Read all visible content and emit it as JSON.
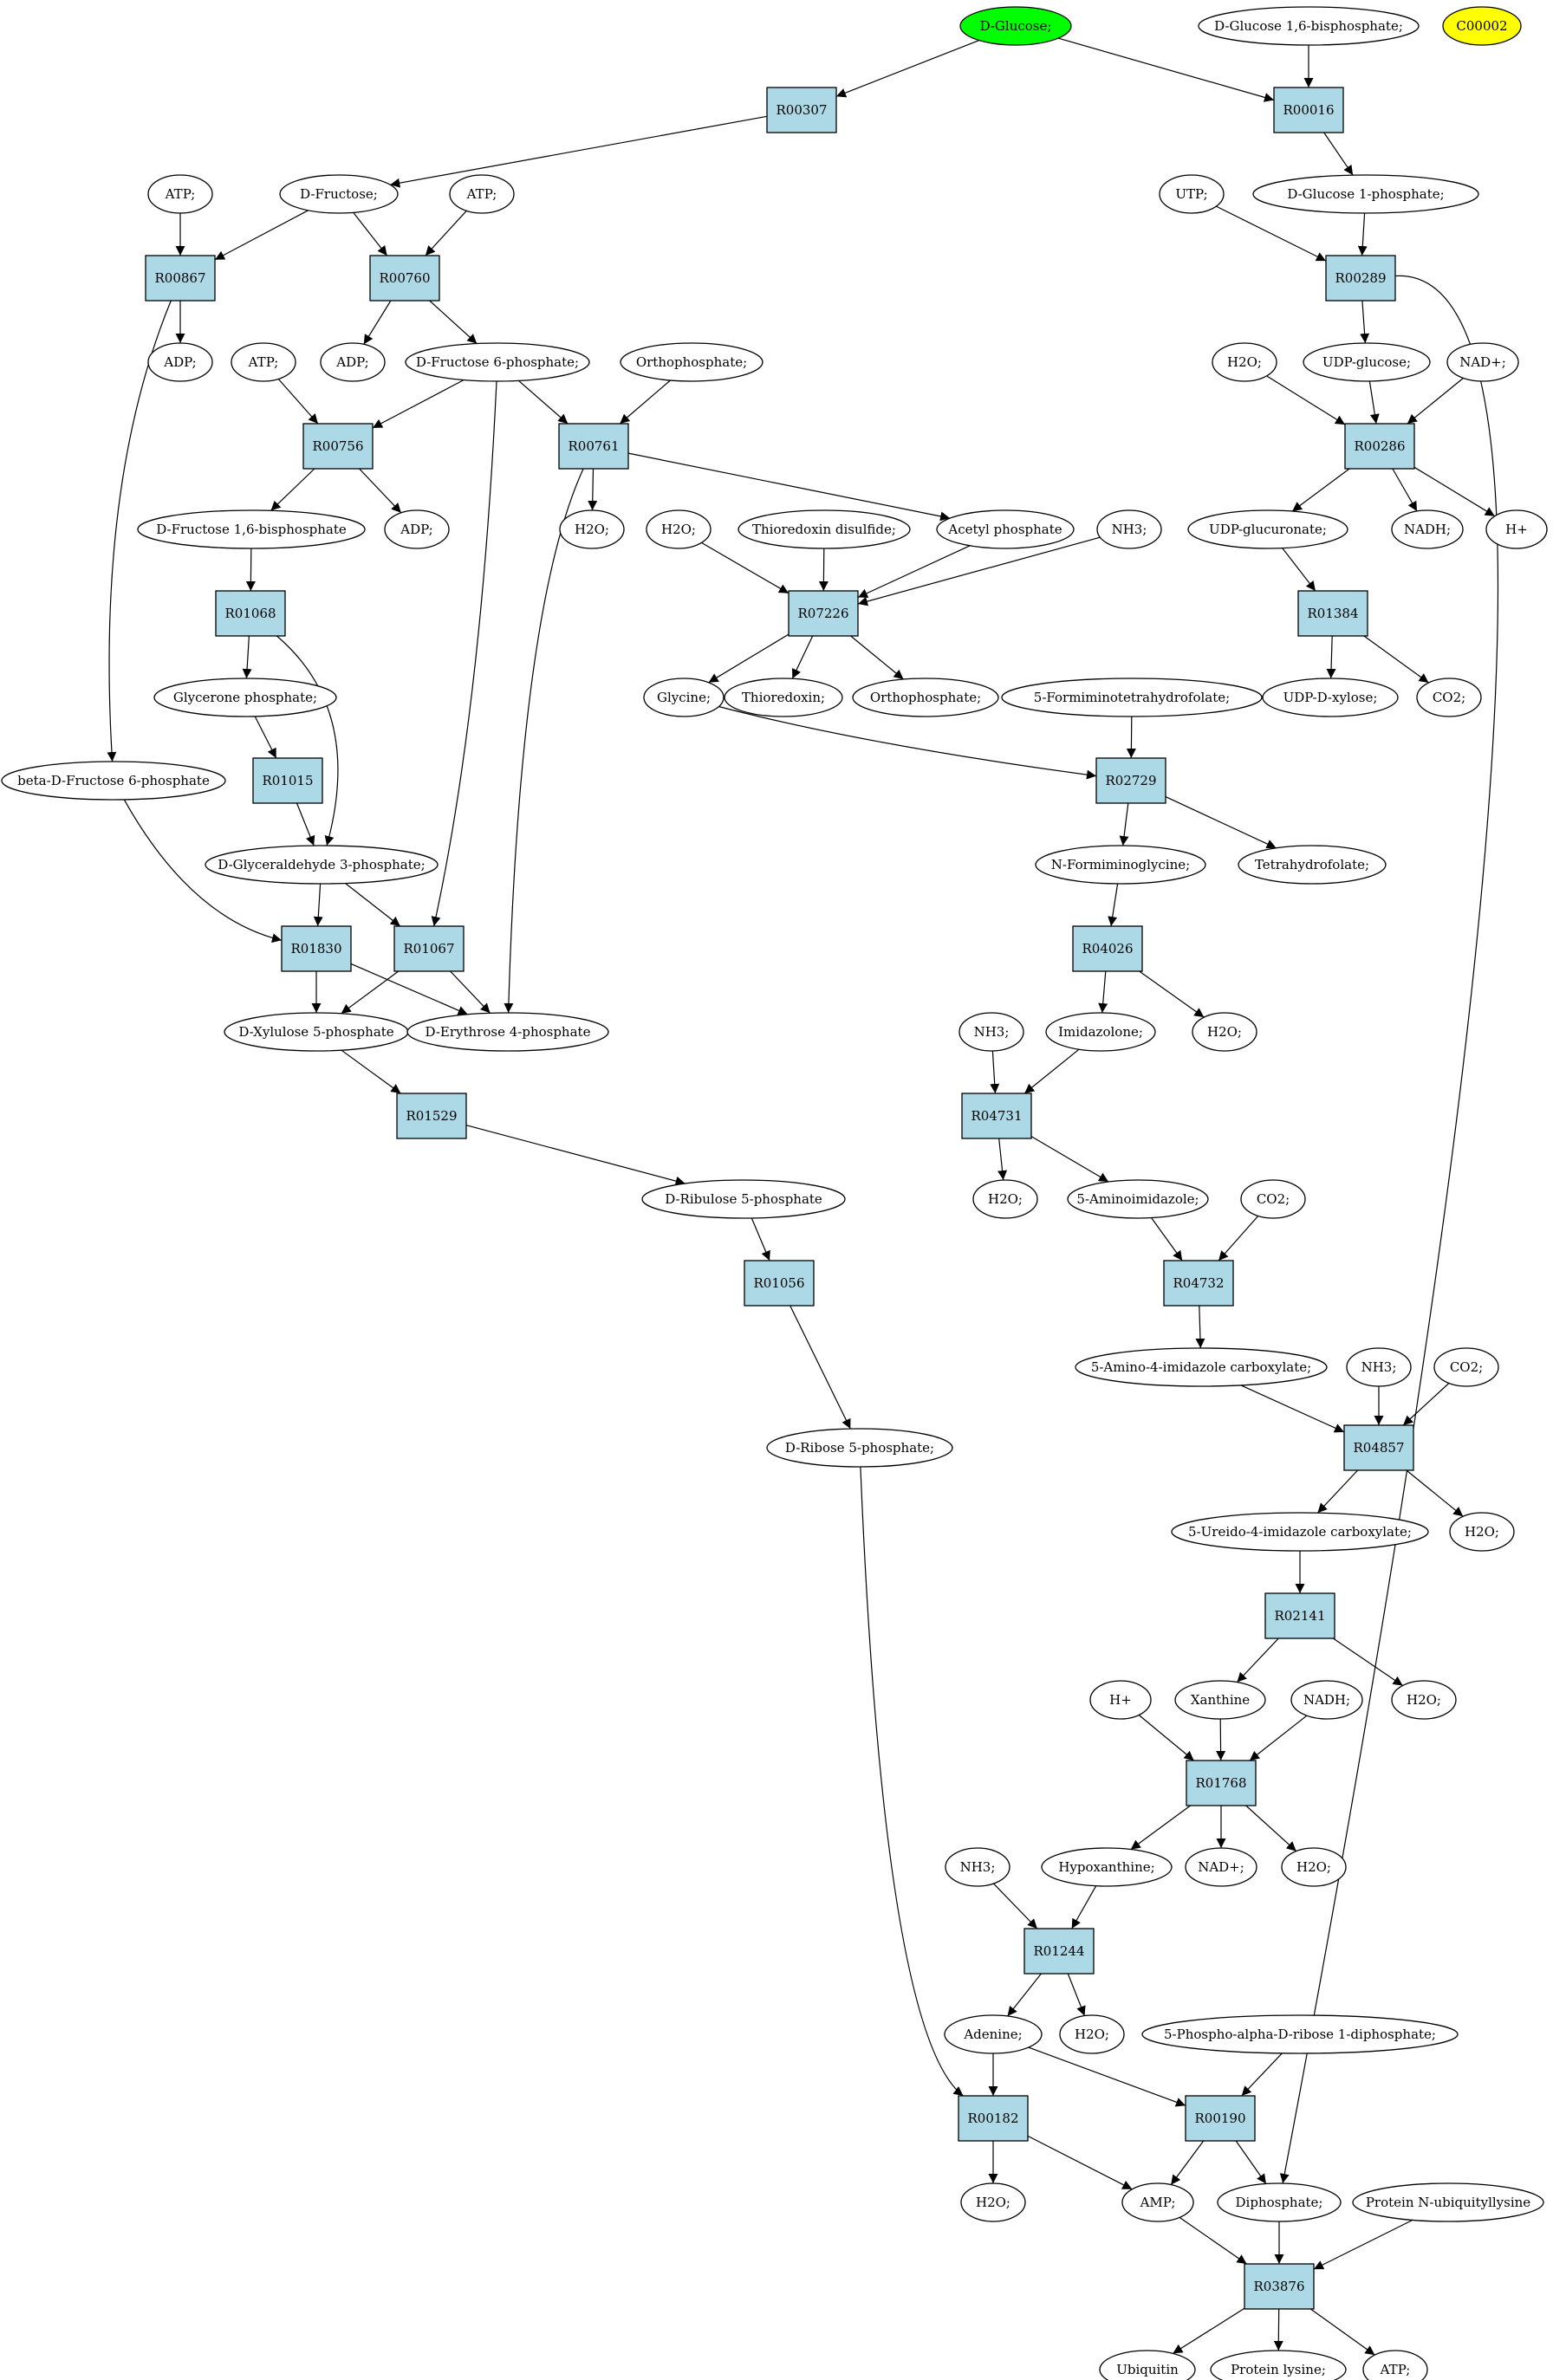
{
  "colors": {
    "reaction_fill": "#add8e6",
    "compound_fill": "#ffffff",
    "highlight_green": "#00ff00",
    "highlight_yellow": "#ffff00",
    "stroke": "#000000"
  },
  "nodes": [
    {
      "id": "glc",
      "kind": "compound",
      "label": "D-Glucose;",
      "fill": "highlight_green"
    },
    {
      "id": "g16bp",
      "kind": "compound",
      "label": "D-Glucose 1,6-bisphosphate;"
    },
    {
      "id": "c00002",
      "kind": "compound",
      "label": "C00002",
      "fill": "highlight_yellow"
    },
    {
      "id": "R00307",
      "kind": "reaction",
      "label": "R00307"
    },
    {
      "id": "R00016",
      "kind": "reaction",
      "label": "R00016"
    },
    {
      "id": "atp1",
      "kind": "compound",
      "label": "ATP;"
    },
    {
      "id": "fru",
      "kind": "compound",
      "label": "D-Fructose;"
    },
    {
      "id": "atp2",
      "kind": "compound",
      "label": "ATP;"
    },
    {
      "id": "utp",
      "kind": "compound",
      "label": "UTP;"
    },
    {
      "id": "g1p",
      "kind": "compound",
      "label": "D-Glucose 1-phosphate;"
    },
    {
      "id": "R00867",
      "kind": "reaction",
      "label": "R00867"
    },
    {
      "id": "R00760",
      "kind": "reaction",
      "label": "R00760"
    },
    {
      "id": "R00289",
      "kind": "reaction",
      "label": "R00289"
    },
    {
      "id": "adp1",
      "kind": "compound",
      "label": "ADP;"
    },
    {
      "id": "atp3",
      "kind": "compound",
      "label": "ATP;"
    },
    {
      "id": "adp2",
      "kind": "compound",
      "label": "ADP;"
    },
    {
      "id": "f6p",
      "kind": "compound",
      "label": "D-Fructose 6-phosphate;"
    },
    {
      "id": "pi1",
      "kind": "compound",
      "label": "Orthophosphate;"
    },
    {
      "id": "h2o1",
      "kind": "compound",
      "label": "H2O;"
    },
    {
      "id": "udpglc",
      "kind": "compound",
      "label": "UDP-glucose;"
    },
    {
      "id": "nad1",
      "kind": "compound",
      "label": "NAD+;"
    },
    {
      "id": "R00756",
      "kind": "reaction",
      "label": "R00756"
    },
    {
      "id": "R00761",
      "kind": "reaction",
      "label": "R00761"
    },
    {
      "id": "R00286",
      "kind": "reaction",
      "label": "R00286"
    },
    {
      "id": "fbp",
      "kind": "compound",
      "label": "D-Fructose 1,6-bisphosphate"
    },
    {
      "id": "adp3",
      "kind": "compound",
      "label": "ADP;"
    },
    {
      "id": "h2o2",
      "kind": "compound",
      "label": "H2O;"
    },
    {
      "id": "h2o3",
      "kind": "compound",
      "label": "H2O;"
    },
    {
      "id": "trxss",
      "kind": "compound",
      "label": "Thioredoxin disulfide;"
    },
    {
      "id": "acp",
      "kind": "compound",
      "label": "Acetyl phosphate"
    },
    {
      "id": "nh3a",
      "kind": "compound",
      "label": "NH3;"
    },
    {
      "id": "udpgluc",
      "kind": "compound",
      "label": "UDP-glucuronate;"
    },
    {
      "id": "nadh1",
      "kind": "compound",
      "label": "NADH;"
    },
    {
      "id": "hplus1",
      "kind": "compound",
      "label": "H+"
    },
    {
      "id": "R01068",
      "kind": "reaction",
      "label": "R01068"
    },
    {
      "id": "R07226",
      "kind": "reaction",
      "label": "R07226"
    },
    {
      "id": "R01384",
      "kind": "reaction",
      "label": "R01384"
    },
    {
      "id": "dhap",
      "kind": "compound",
      "label": "Glycerone phosphate;"
    },
    {
      "id": "gly",
      "kind": "compound",
      "label": "Glycine;"
    },
    {
      "id": "trx",
      "kind": "compound",
      "label": "Thioredoxin;"
    },
    {
      "id": "pi2",
      "kind": "compound",
      "label": "Orthophosphate;"
    },
    {
      "id": "fthf",
      "kind": "compound",
      "label": "5-Formiminotetrahydrofolate;"
    },
    {
      "id": "udpxyl",
      "kind": "compound",
      "label": "UDP-D-xylose;"
    },
    {
      "id": "co2a",
      "kind": "compound",
      "label": "CO2;"
    },
    {
      "id": "bf6p",
      "kind": "compound",
      "label": "beta-D-Fructose 6-phosphate"
    },
    {
      "id": "R01015",
      "kind": "reaction",
      "label": "R01015"
    },
    {
      "id": "R02729",
      "kind": "reaction",
      "label": "R02729"
    },
    {
      "id": "g3p",
      "kind": "compound",
      "label": "D-Glyceraldehyde 3-phosphate;"
    },
    {
      "id": "fgly",
      "kind": "compound",
      "label": "N-Formiminoglycine;"
    },
    {
      "id": "thf",
      "kind": "compound",
      "label": "Tetrahydrofolate;"
    },
    {
      "id": "R01830",
      "kind": "reaction",
      "label": "R01830"
    },
    {
      "id": "R01067",
      "kind": "reaction",
      "label": "R01067"
    },
    {
      "id": "R04026",
      "kind": "reaction",
      "label": "R04026"
    },
    {
      "id": "x5p",
      "kind": "compound",
      "label": "D-Xylulose 5-phosphate"
    },
    {
      "id": "e4p",
      "kind": "compound",
      "label": "D-Erythrose 4-phosphate"
    },
    {
      "id": "nh3b",
      "kind": "compound",
      "label": "NH3;"
    },
    {
      "id": "imz",
      "kind": "compound",
      "label": "Imidazolone;"
    },
    {
      "id": "h2o4",
      "kind": "compound",
      "label": "H2O;"
    },
    {
      "id": "R01529",
      "kind": "reaction",
      "label": "R01529"
    },
    {
      "id": "R04731",
      "kind": "reaction",
      "label": "R04731"
    },
    {
      "id": "ru5p",
      "kind": "compound",
      "label": "D-Ribulose 5-phosphate"
    },
    {
      "id": "h2o5",
      "kind": "compound",
      "label": "H2O;"
    },
    {
      "id": "aim",
      "kind": "compound",
      "label": "5-Aminoimidazole;"
    },
    {
      "id": "co2b",
      "kind": "compound",
      "label": "CO2;"
    },
    {
      "id": "R01056",
      "kind": "reaction",
      "label": "R01056"
    },
    {
      "id": "R04732",
      "kind": "reaction",
      "label": "R04732"
    },
    {
      "id": "aimc",
      "kind": "compound",
      "label": "5-Amino-4-imidazole carboxylate;"
    },
    {
      "id": "nh3c",
      "kind": "compound",
      "label": "NH3;"
    },
    {
      "id": "co2c",
      "kind": "compound",
      "label": "CO2;"
    },
    {
      "id": "r5p",
      "kind": "compound",
      "label": "D-Ribose 5-phosphate;"
    },
    {
      "id": "R04857",
      "kind": "reaction",
      "label": "R04857"
    },
    {
      "id": "uimc",
      "kind": "compound",
      "label": "5-Ureido-4-imidazole carboxylate;"
    },
    {
      "id": "h2o6",
      "kind": "compound",
      "label": "H2O;"
    },
    {
      "id": "R02141",
      "kind": "reaction",
      "label": "R02141"
    },
    {
      "id": "hplus2",
      "kind": "compound",
      "label": "H+"
    },
    {
      "id": "xan",
      "kind": "compound",
      "label": "Xanthine"
    },
    {
      "id": "nadh2",
      "kind": "compound",
      "label": "NADH;"
    },
    {
      "id": "h2o7",
      "kind": "compound",
      "label": "H2O;"
    },
    {
      "id": "R01768",
      "kind": "reaction",
      "label": "R01768"
    },
    {
      "id": "nh3d",
      "kind": "compound",
      "label": "NH3;"
    },
    {
      "id": "hyp",
      "kind": "compound",
      "label": "Hypoxanthine;"
    },
    {
      "id": "nad2",
      "kind": "compound",
      "label": "NAD+;"
    },
    {
      "id": "h2o8",
      "kind": "compound",
      "label": "H2O;"
    },
    {
      "id": "R01244",
      "kind": "reaction",
      "label": "R01244"
    },
    {
      "id": "ade",
      "kind": "compound",
      "label": "Adenine;"
    },
    {
      "id": "h2o9",
      "kind": "compound",
      "label": "H2O;"
    },
    {
      "id": "prpp",
      "kind": "compound",
      "label": "5-Phospho-alpha-D-ribose 1-diphosphate;"
    },
    {
      "id": "R00182",
      "kind": "reaction",
      "label": "R00182"
    },
    {
      "id": "R00190",
      "kind": "reaction",
      "label": "R00190"
    },
    {
      "id": "h2o10",
      "kind": "compound",
      "label": "H2O;"
    },
    {
      "id": "amp",
      "kind": "compound",
      "label": "AMP;"
    },
    {
      "id": "ppi",
      "kind": "compound",
      "label": "Diphosphate;"
    },
    {
      "id": "ublys",
      "kind": "compound",
      "label": "Protein N-ubiquityllysine"
    },
    {
      "id": "R03876",
      "kind": "reaction",
      "label": "R03876"
    },
    {
      "id": "ub",
      "kind": "compound",
      "label": "Ubiquitin"
    },
    {
      "id": "plys",
      "kind": "compound",
      "label": "Protein lysine;"
    },
    {
      "id": "atp4",
      "kind": "compound",
      "label": "ATP;"
    }
  ],
  "edges": [
    [
      "glc",
      "R00307"
    ],
    [
      "glc",
      "R00016"
    ],
    [
      "g16bp",
      "R00016"
    ],
    [
      "R00016",
      "g1p"
    ],
    [
      "R00307",
      "fru"
    ],
    [
      "atp1",
      "R00867"
    ],
    [
      "fru",
      "R00867"
    ],
    [
      "fru",
      "R00760"
    ],
    [
      "atp2",
      "R00760"
    ],
    [
      "utp",
      "R00289"
    ],
    [
      "g1p",
      "R00289"
    ],
    [
      "R00867",
      "adp1"
    ],
    [
      "R00867",
      "bf6p"
    ],
    [
      "R00760",
      "adp2"
    ],
    [
      "R00760",
      "f6p"
    ],
    [
      "R00289",
      "udpglc"
    ],
    [
      "R00289",
      "ppi"
    ],
    [
      "atp3",
      "R00756"
    ],
    [
      "f6p",
      "R00756"
    ],
    [
      "f6p",
      "R00761"
    ],
    [
      "pi1",
      "R00761"
    ],
    [
      "f6p",
      "R01067"
    ],
    [
      "h2o1",
      "R00286"
    ],
    [
      "udpglc",
      "R00286"
    ],
    [
      "nad1",
      "R00286"
    ],
    [
      "R00756",
      "fbp"
    ],
    [
      "R00756",
      "adp3"
    ],
    [
      "R00761",
      "h2o2"
    ],
    [
      "R00761",
      "acp"
    ],
    [
      "R00761",
      "e4p"
    ],
    [
      "R00286",
      "udpgluc"
    ],
    [
      "R00286",
      "nadh1"
    ],
    [
      "R00286",
      "hplus1"
    ],
    [
      "h2o3",
      "R07226"
    ],
    [
      "trxss",
      "R07226"
    ],
    [
      "acp",
      "R07226"
    ],
    [
      "nh3a",
      "R07226"
    ],
    [
      "fbp",
      "R01068"
    ],
    [
      "udpgluc",
      "R01384"
    ],
    [
      "R01068",
      "dhap"
    ],
    [
      "R01068",
      "g3p"
    ],
    [
      "R07226",
      "gly"
    ],
    [
      "R07226",
      "trx"
    ],
    [
      "R07226",
      "pi2"
    ],
    [
      "R01384",
      "udpxyl"
    ],
    [
      "R01384",
      "co2a"
    ],
    [
      "dhap",
      "R01015"
    ],
    [
      "R01015",
      "g3p"
    ],
    [
      "gly",
      "R02729"
    ],
    [
      "fthf",
      "R02729"
    ],
    [
      "R02729",
      "fgly"
    ],
    [
      "R02729",
      "thf"
    ],
    [
      "bf6p",
      "R01830"
    ],
    [
      "g3p",
      "R01830"
    ],
    [
      "g3p",
      "R01067"
    ],
    [
      "R01830",
      "x5p"
    ],
    [
      "R01830",
      "e4p"
    ],
    [
      "R01067",
      "x5p"
    ],
    [
      "R01067",
      "e4p"
    ],
    [
      "fgly",
      "R04026"
    ],
    [
      "R04026",
      "imz"
    ],
    [
      "R04026",
      "h2o4"
    ],
    [
      "x5p",
      "R01529"
    ],
    [
      "R01529",
      "ru5p"
    ],
    [
      "nh3b",
      "R04731"
    ],
    [
      "imz",
      "R04731"
    ],
    [
      "R04731",
      "h2o5"
    ],
    [
      "R04731",
      "aim"
    ],
    [
      "ru5p",
      "R01056"
    ],
    [
      "R01056",
      "r5p"
    ],
    [
      "aim",
      "R04732"
    ],
    [
      "co2b",
      "R04732"
    ],
    [
      "R04732",
      "aimc"
    ],
    [
      "aimc",
      "R04857"
    ],
    [
      "nh3c",
      "R04857"
    ],
    [
      "co2c",
      "R04857"
    ],
    [
      "R04857",
      "uimc"
    ],
    [
      "R04857",
      "h2o6"
    ],
    [
      "uimc",
      "R02141"
    ],
    [
      "R02141",
      "xan"
    ],
    [
      "R02141",
      "h2o7"
    ],
    [
      "hplus2",
      "R01768"
    ],
    [
      "xan",
      "R01768"
    ],
    [
      "nadh2",
      "R01768"
    ],
    [
      "R01768",
      "hyp"
    ],
    [
      "R01768",
      "nad2"
    ],
    [
      "R01768",
      "h2o8"
    ],
    [
      "nh3d",
      "R01244"
    ],
    [
      "hyp",
      "R01244"
    ],
    [
      "R01244",
      "ade"
    ],
    [
      "R01244",
      "h2o9"
    ],
    [
      "r5p",
      "R00182"
    ],
    [
      "ade",
      "R00182"
    ],
    [
      "ade",
      "R00190"
    ],
    [
      "prpp",
      "R00190"
    ],
    [
      "R00182",
      "h2o10"
    ],
    [
      "R00182",
      "amp"
    ],
    [
      "R00190",
      "amp"
    ],
    [
      "R00190",
      "ppi"
    ],
    [
      "amp",
      "R03876"
    ],
    [
      "ppi",
      "R03876"
    ],
    [
      "ublys",
      "R03876"
    ],
    [
      "R03876",
      "ub"
    ],
    [
      "R03876",
      "plys"
    ],
    [
      "R03876",
      "atp4"
    ]
  ]
}
